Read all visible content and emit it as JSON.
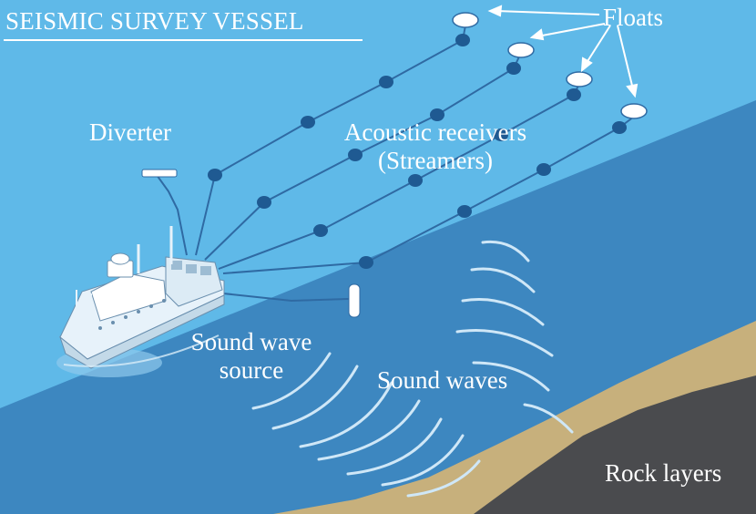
{
  "title": "SEISMIC SURVEY VESSEL",
  "labels": {
    "floats": "Floats",
    "diverter": "Diverter",
    "receivers_line1": "Acoustic receivers",
    "receivers_line2": "(Streamers)",
    "source_line1": "Sound wave",
    "source_line2": "source",
    "sound_waves": "Sound waves",
    "rock_layers": "Rock layers"
  },
  "colors": {
    "sky": "#5fb9e8",
    "sea": "#3d87c0",
    "seabed": "#c7b07c",
    "rock": "#4a4b4e",
    "streamer": "#2f6aa3",
    "receiver": "#1f5a92",
    "float": "#ffffff",
    "text": "#ffffff"
  },
  "streamer_count": 4,
  "float_count": 4
}
